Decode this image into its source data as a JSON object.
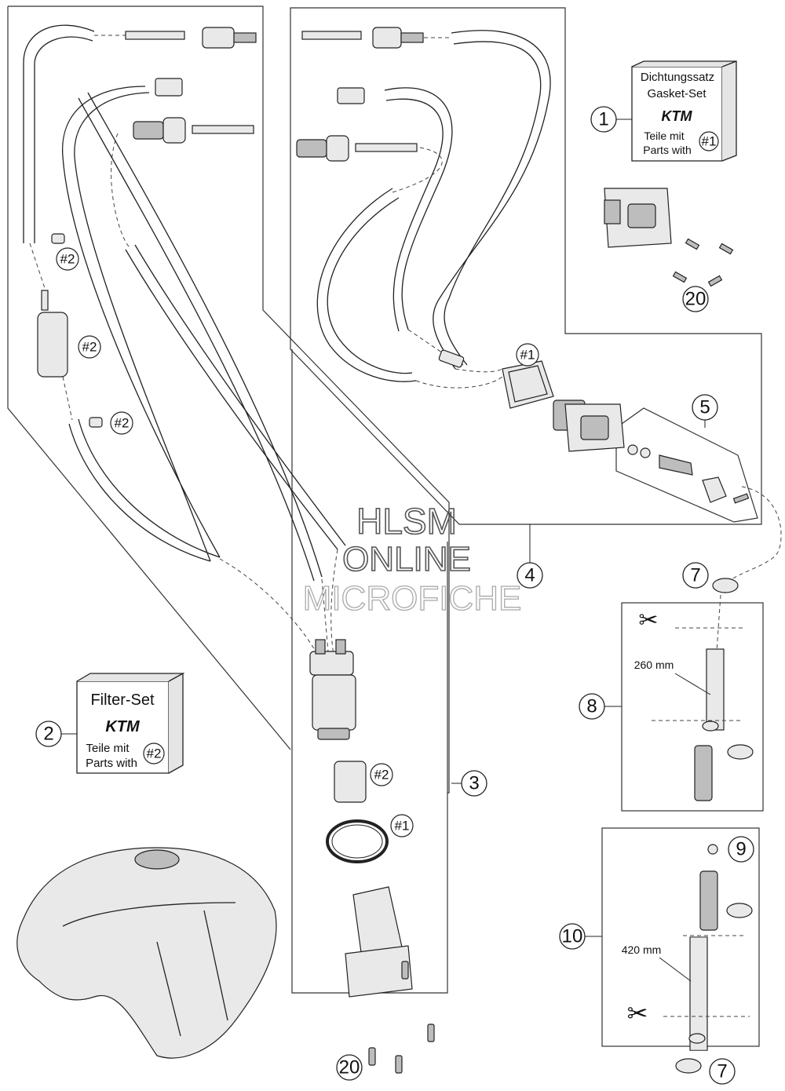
{
  "callouts": {
    "c1": "1",
    "c2": "2",
    "c3": "3",
    "c4": "4",
    "c5": "5",
    "c7a": "7",
    "c7b": "7",
    "c8": "8",
    "c9": "9",
    "c10": "10",
    "c20a": "20",
    "c20b": "20"
  },
  "refs": {
    "r_left_1": "#2",
    "r_left_2": "#2",
    "r_left_3": "#2",
    "r_seal_top": "#1",
    "r_pump_filter": "#2",
    "r_pump_seal": "#1"
  },
  "gasket_set": {
    "line1": "Dichtungssatz",
    "line2": "Gasket-Set",
    "brand": "KTM",
    "line3": "Teile mit",
    "line4": "Parts with",
    "ref": "#1"
  },
  "filter_set": {
    "line1": "Filter-Set",
    "brand": "KTM",
    "line3": "Teile mit",
    "line4": "Parts with",
    "ref": "#2"
  },
  "dimensions": {
    "hose_8": "260 mm",
    "hose_10": "420 mm"
  },
  "watermark": {
    "line1": "HLSM",
    "line2": "ONLINE",
    "line3": "MICROFICHE"
  },
  "colors": {
    "ink": "#222222",
    "paper": "#ffffff",
    "watermark": "#555555"
  }
}
